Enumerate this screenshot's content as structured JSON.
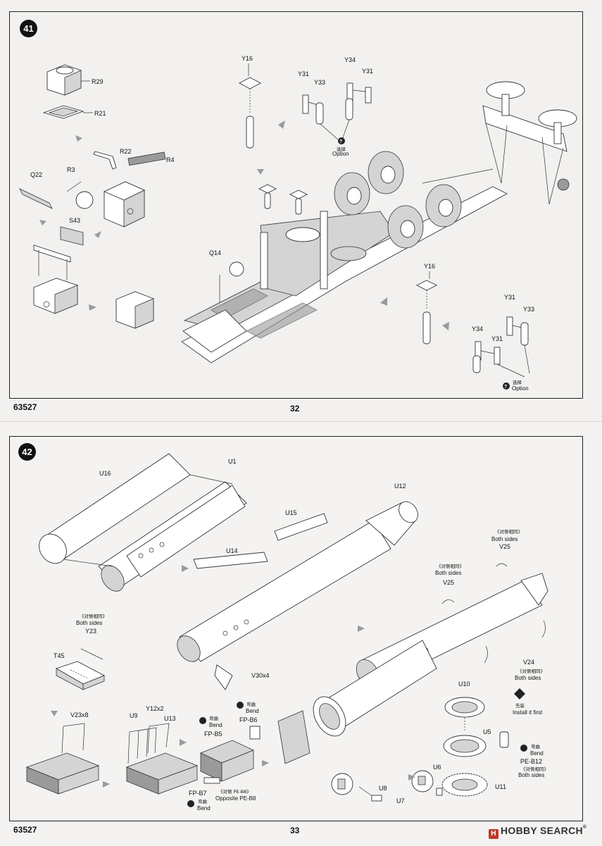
{
  "pages": [
    {
      "step": "41",
      "product_code": "63527",
      "page_number": "32",
      "labels": {
        "r29": "R29",
        "r21": "R21",
        "r22": "R22",
        "r4": "R4",
        "r3": "R3",
        "q22": "Q22",
        "s43": "S43",
        "q14": "Q14",
        "y16_top": "Y16",
        "y31_top": "Y31",
        "y33_top": "Y33",
        "y34_top": "Y34",
        "y31_top2": "Y31",
        "option_cn_top": "选择",
        "option_top": "Option",
        "y16_right": "Y16",
        "y31_right": "Y31",
        "y33_right": "Y33",
        "y34_right": "Y34",
        "y31_right2": "Y31",
        "option_right": "Option"
      }
    },
    {
      "step": "42",
      "product_code": "63527",
      "page_number": "33",
      "labels": {
        "u16": "U16",
        "u1": "U1",
        "u12": "U12",
        "u15": "U15",
        "u14": "U14",
        "v30x4": "V30x4",
        "both_sides_cn_1": "《对侧相同》",
        "both_sides_1": "Both sides",
        "v25_1": "V25",
        "both_sides_cn_2": "《对侧相同》",
        "both_sides_2": "Both sides",
        "v25_2": "V25",
        "v24": "V24",
        "both_sides_cn_3": "《对侧相同》",
        "both_sides_3": "Both sides",
        "install_cn": "先装",
        "install_first": "Install it first",
        "both_sides_cn_4": "《对侧相同》",
        "both_sides_4": "Both sides",
        "y23": "Y23",
        "t45": "T45",
        "v23x8": "V23x8",
        "u9": "U9",
        "y12x2": "Y12x2",
        "u13": "U13",
        "bend_cn_1": "弯曲",
        "bend_1": "Bend",
        "fp_b5": "FP-B5",
        "bend_cn_2": "弯曲",
        "bend_2": "Bend",
        "fp_b6": "FP-B6",
        "fp_b7": "FP-B7",
        "bend_cn_3": "弯曲",
        "bend_3": "Bend",
        "opposite_cn": "《对侧 PE-B8》",
        "opposite": "Opposite PE-B8",
        "u10": "U10",
        "u5": "U5",
        "bend_cn_4": "弯曲",
        "bend_4": "Bend",
        "pe_b12": "PE-B12",
        "both_sides_cn_5": "《对侧相同》",
        "both_sides_5": "Both sides",
        "u6": "U6",
        "u8": "U8",
        "u7": "U7",
        "u11": "U11"
      }
    }
  ],
  "watermark": {
    "logo": "H",
    "brand": "HOBBY SEARCH",
    "reg": "®"
  },
  "colors": {
    "ink": "#111111",
    "paper": "#f2f1ef",
    "part_gray": "#d4d4d4",
    "arrow_gray": "#9a9a9a"
  }
}
